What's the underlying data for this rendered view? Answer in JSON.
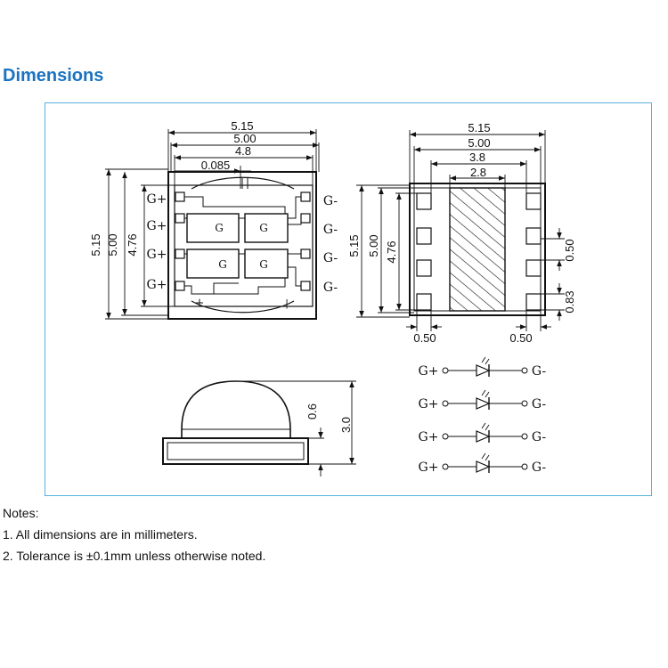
{
  "heading": "Dimensions",
  "accent_color": "#1a73c1",
  "frame_color": "#5ab0dd",
  "top_view": {
    "width_outer": "5.15",
    "width_body": "5.00",
    "width_inner": "4.8",
    "gap": "0.085",
    "height_outer": "5.15",
    "height_body": "5.00",
    "height_inner": "4.76",
    "left_pins": [
      "G+",
      "G+",
      "G+",
      "G+"
    ],
    "right_pins": [
      "G-",
      "G-",
      "G-",
      "G-"
    ],
    "die_labels": [
      "G",
      "G",
      "G",
      "G"
    ],
    "plus_mark": "+",
    "minus_mark": "|"
  },
  "bottom_view": {
    "width_outer": "5.15",
    "width_body": "5.00",
    "width_pads": "3.8",
    "width_thermal": "2.8",
    "height_outer": "5.15",
    "height_body": "5.00",
    "height_inner": "4.76",
    "pad_pitch": "0.50",
    "pad_height": "0.83",
    "pad_width_left": "0.50",
    "pad_width_right": "0.50"
  },
  "side_view": {
    "base_height": "0.6",
    "total_height": "3.0"
  },
  "schematic": {
    "rows": [
      {
        "anode": "G+",
        "cathode": "G-"
      },
      {
        "anode": "G+",
        "cathode": "G-"
      },
      {
        "anode": "G+",
        "cathode": "G-"
      },
      {
        "anode": "G+",
        "cathode": "G-"
      }
    ]
  },
  "notes": {
    "title": "Notes:",
    "items": [
      "1. All dimensions are in millimeters.",
      "2. Tolerance is ±0.1mm unless otherwise noted."
    ]
  }
}
